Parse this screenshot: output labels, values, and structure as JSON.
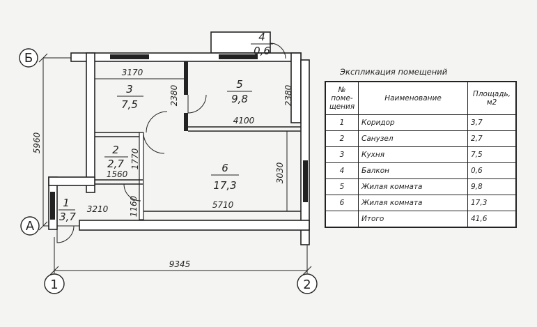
{
  "axes": {
    "left_top": "Б",
    "left_bottom": "А",
    "bottom_left": "1",
    "bottom_right": "2"
  },
  "dimensions": {
    "total_width": "9345",
    "total_height": "5960",
    "d3170": "3170",
    "d2380a": "2380",
    "d2380b": "2380",
    "d4100": "4100",
    "d1770": "1770",
    "d1560": "1560",
    "d3030": "3030",
    "d5710": "5710",
    "d3210": "3210",
    "d1160": "1160"
  },
  "rooms": [
    {
      "no": "1",
      "area": "3,7"
    },
    {
      "no": "2",
      "area": "2,7"
    },
    {
      "no": "3",
      "area": "7,5"
    },
    {
      "no": "4",
      "area": "0,6"
    },
    {
      "no": "5",
      "area": "9,8"
    },
    {
      "no": "6",
      "area": "17,3"
    }
  ],
  "explication": {
    "title": "Экспликация помещений",
    "headers": {
      "number": [
        "№",
        "поме-",
        "щения"
      ],
      "name": "Наименование",
      "area": [
        "Площадь,",
        "м2"
      ]
    },
    "rows": [
      {
        "no": "1",
        "name": "Коридор",
        "area": "3,7"
      },
      {
        "no": "2",
        "name": "Санузел",
        "area": "2,7"
      },
      {
        "no": "3",
        "name": "Кухня",
        "area": "7,5"
      },
      {
        "no": "4",
        "name": "Балкон",
        "area": "0,6"
      },
      {
        "no": "5",
        "name": "Жилая комната",
        "area": "9,8"
      },
      {
        "no": "6",
        "name": "Жилая комната",
        "area": "17,3"
      }
    ],
    "total": {
      "no": "",
      "name": "Итого",
      "area": "41,6"
    }
  }
}
